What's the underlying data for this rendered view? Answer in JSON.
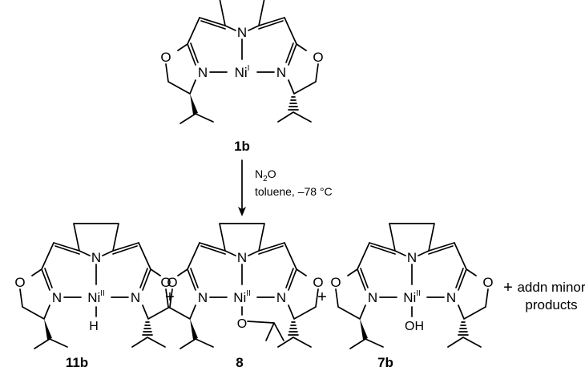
{
  "reactant": {
    "label": "1b",
    "metal": "Ni",
    "oxidation_state": "I",
    "donor_atom": "N",
    "ring_oxygen": "O"
  },
  "conditions": {
    "reagent": "N",
    "reagent_sub": "2",
    "reagent_tail": "O",
    "solvent": "toluene, –78 °C"
  },
  "products": [
    {
      "label": "11b",
      "metal": "Ni",
      "oxidation_state": "II",
      "axial": "H"
    },
    {
      "label": "8",
      "metal": "Ni",
      "oxidation_state": "II",
      "axial": "O"
    },
    {
      "label": "7b",
      "metal": "Ni",
      "oxidation_state": "II",
      "axial": "OH"
    }
  ],
  "plus_sign": "+",
  "extra_note": {
    "line1": "addn minor",
    "line2": "products"
  },
  "colors": {
    "ink": "#000000",
    "background": "#ffffff"
  }
}
